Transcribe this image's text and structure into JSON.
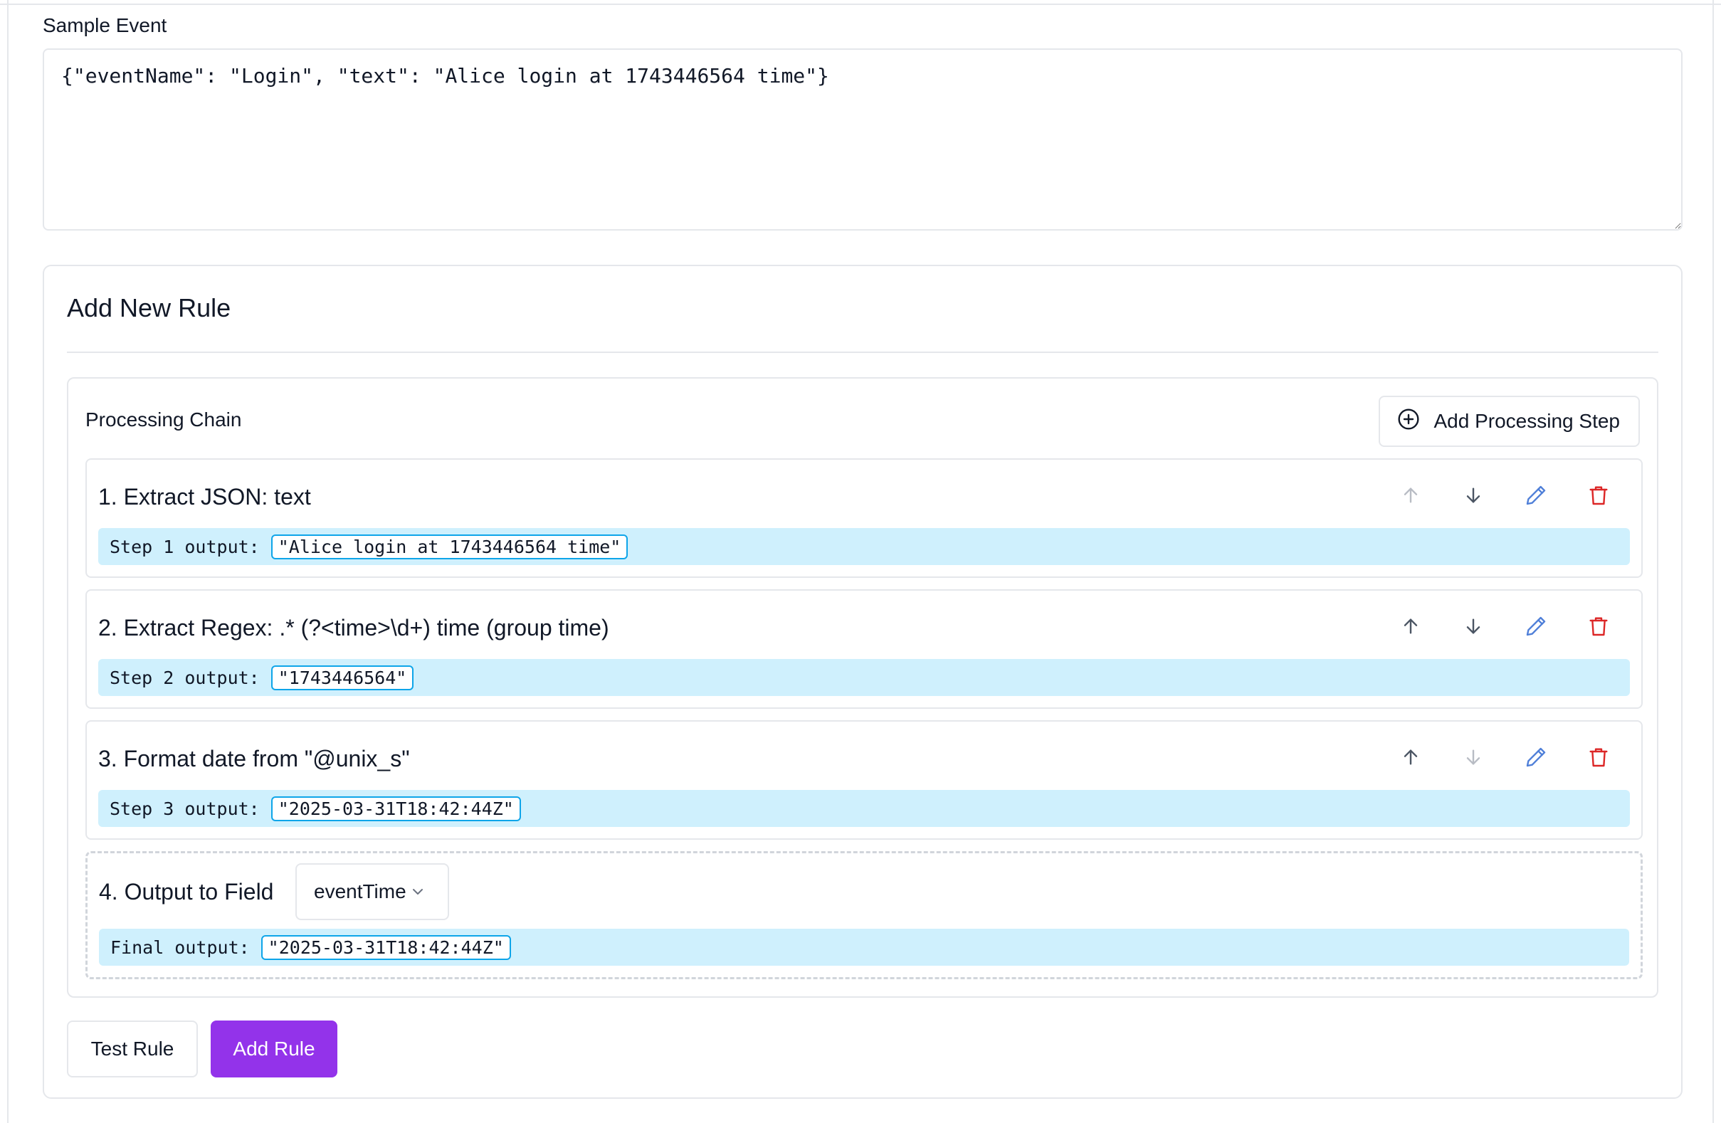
{
  "sample_event": {
    "label": "Sample Event",
    "value": "{\"eventName\": \"Login\", \"text\": \"Alice login at 1743446564 time\"}"
  },
  "rule_form": {
    "title": "Add New Rule",
    "chain": {
      "label": "Processing Chain",
      "add_step_label": "Add Processing Step",
      "steps": [
        {
          "title": "1. Extract JSON: text",
          "output_label": "Step 1 output:",
          "output_value": "\"Alice login at 1743446564 time\"",
          "move_up_disabled": true,
          "move_down_disabled": false
        },
        {
          "title": "2. Extract Regex: .* (?<time>\\d+) time (group time)",
          "output_label": "Step 2 output:",
          "output_value": "\"1743446564\"",
          "move_up_disabled": false,
          "move_down_disabled": false
        },
        {
          "title": "3. Format date from \"@unix_s\"",
          "output_label": "Step 3 output:",
          "output_value": "\"2025-03-31T18:42:44Z\"",
          "move_up_disabled": false,
          "move_down_disabled": true
        }
      ],
      "output_step": {
        "title": "4. Output to Field",
        "field_value": "eventTime",
        "output_label": "Final output:",
        "output_value": "\"2025-03-31T18:42:44Z\""
      }
    },
    "test_button_label": "Test Rule",
    "add_button_label": "Add Rule"
  },
  "colors": {
    "accent": "#9333ea",
    "output_bg": "#cff0fd",
    "output_border": "#0ea5e9",
    "edit_icon": "#4f7fd8",
    "delete_icon": "#dc2626",
    "arrow_enabled": "#4b5563",
    "arrow_disabled": "#b8bcc4"
  },
  "icons": {
    "add_step": "plus-circle-icon",
    "move_up": "arrow-up-icon",
    "move_down": "arrow-down-icon",
    "edit": "pencil-icon",
    "delete": "trash-icon",
    "select": "chevron-down-icon"
  }
}
